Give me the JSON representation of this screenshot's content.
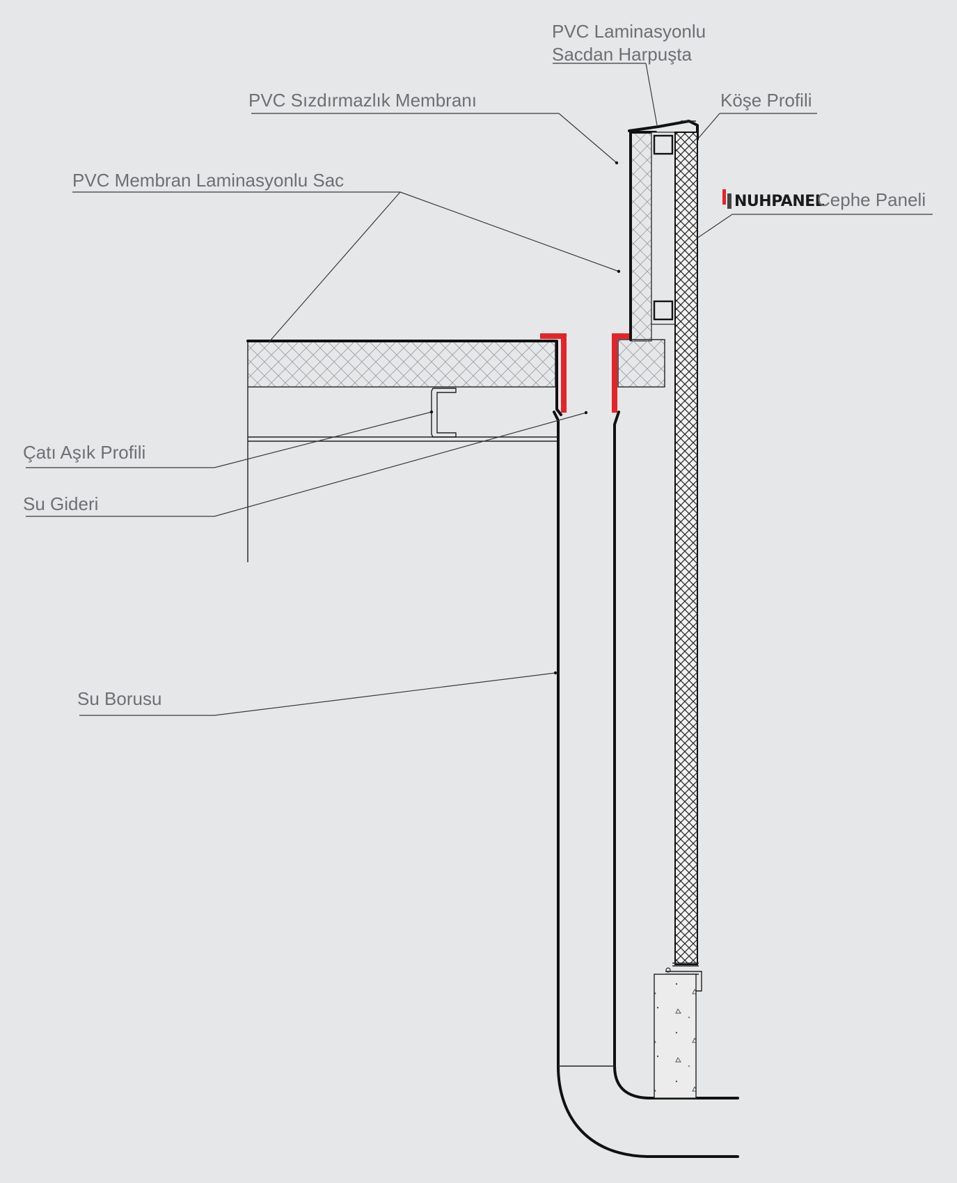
{
  "labels": {
    "harpusta_line1": "PVC Laminasyonlu",
    "harpusta_line2": "Sacdan Harpuşta",
    "membrane": "PVC Sızdırmazlık Membranı",
    "kose_profili": "Köşe Profili",
    "laminated_sheet": "PVC Membran Laminasyonlu Sac",
    "brand": "NUHPANEL",
    "cephe_paneli": "Cephe Paneli",
    "purlin": "Çatı Aşık Profili",
    "gutter": "Su Gideri",
    "pipe": "Su Borusu"
  },
  "colors": {
    "background": "#e6e7e9",
    "label_text": "#6e6f72",
    "line": "#111111",
    "accent_red": "#e2242b",
    "brand_dark": "#1a1a1a"
  }
}
